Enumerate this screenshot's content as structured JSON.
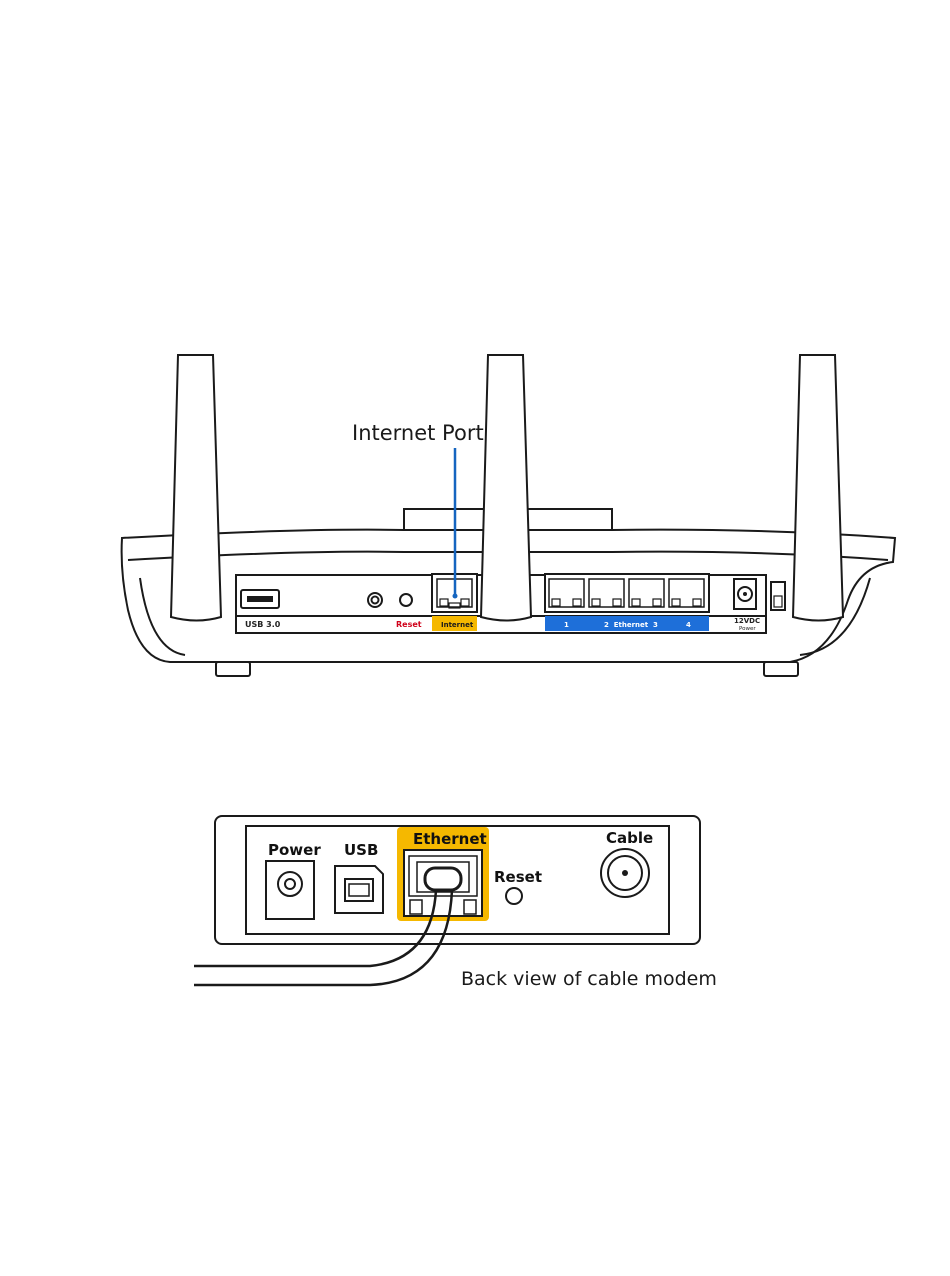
{
  "router": {
    "callout": "Internet Port",
    "labels": {
      "usb": "USB 3.0",
      "reset": "Reset",
      "internet": "Internet",
      "eth_1": "1",
      "eth_mid": "2  Ethernet  3",
      "eth_4": "4",
      "power_v": "12VDC",
      "power_w": "Power"
    },
    "colors": {
      "internet_highlight": "#f5b800",
      "ethernet_band": "#1e6fd9",
      "reset_text": "#d0021b",
      "callout_line": "#1565c0"
    }
  },
  "modem": {
    "labels": {
      "power": "Power",
      "usb": "USB",
      "ethernet": "Ethernet",
      "reset": "Reset",
      "cable": "Cable"
    },
    "caption": "Back view of cable modem",
    "colors": {
      "ethernet_highlight": "#f5b800"
    }
  }
}
